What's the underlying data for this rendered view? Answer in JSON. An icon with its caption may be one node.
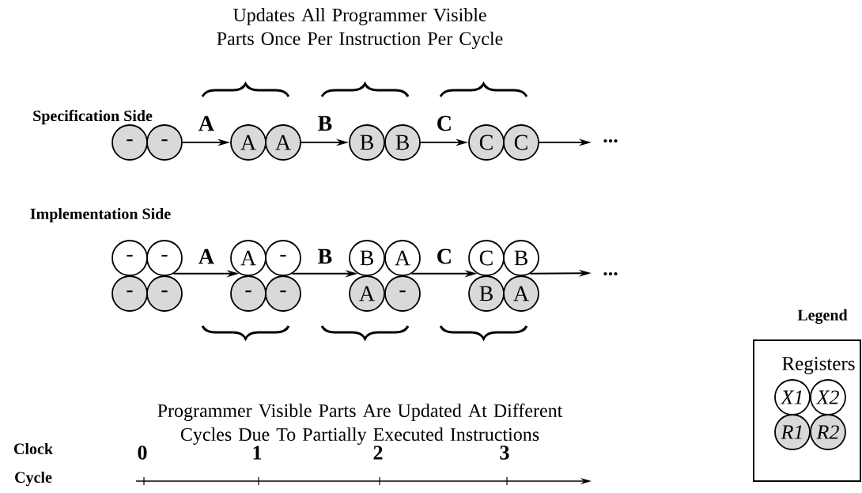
{
  "diagram": {
    "nodes": [
      {
        "text": [
          "-"
        ]
      },
      {
        "text": [
          "-"
        ]
      },
      {
        "text": [
          "A"
        ]
      },
      {
        "text": [
          "A"
        ]
      },
      {
        "text": [
          "B"
        ]
      },
      {
        "text": [
          "B"
        ]
      },
      {
        "text": [
          "C"
        ]
      },
      {
        "text": [
          "C"
        ]
      },
      {
        "text": [
          "-"
        ]
      },
      {
        "text": [
          "-"
        ]
      },
      {
        "text": [
          "-"
        ]
      },
      {
        "text": [
          "-"
        ]
      },
      {
        "text": [
          "A"
        ]
      },
      {
        "text": [
          "-"
        ]
      },
      {
        "text": [
          "-"
        ]
      },
      {
        "text": [
          "-"
        ]
      },
      {
        "text": [
          "B"
        ]
      },
      {
        "text": [
          "A"
        ]
      },
      {
        "text": [
          "A"
        ]
      },
      {
        "text": [
          "-"
        ]
      },
      {
        "text": [
          "C"
        ]
      },
      {
        "text": [
          "B"
        ]
      },
      {
        "text": [
          "B"
        ]
      },
      {
        "text": [
          "A"
        ]
      },
      {
        "text": [
          "Legend",
          "Registers"
        ]
      },
      {
        "text": [
          "X1"
        ],
        "in": 24
      },
      {
        "text": [
          "X2"
        ],
        "in": 24
      },
      {
        "text": [
          "R1"
        ],
        "in": 24
      },
      {
        "text": [
          "R2"
        ],
        "in": 24
      }
    ],
    "edges": [
      {
        "from": 1,
        "to": 2,
        "arrow": "to",
        "label": "A"
      },
      {
        "from": 3,
        "to": 4,
        "arrow": "to",
        "label": "B"
      },
      {
        "from": 5,
        "to": 6,
        "arrow": "to",
        "label": "C"
      },
      {
        "from": 7,
        "to": null,
        "arrow": "to"
      },
      {
        "from": 9,
        "to": 12,
        "arrow": "to",
        "label": "A"
      },
      {
        "from": 13,
        "to": 16,
        "arrow": "to",
        "label": "B"
      },
      {
        "from": 17,
        "to": 20,
        "arrow": "to",
        "label": "C"
      },
      {
        "from": 21,
        "to": null,
        "arrow": "to"
      }
    ],
    "labels": [
      "Updates All Programmer Visible Parts Once Per Instruction Per Cycle",
      "Specification Side",
      "...",
      "Implementation Side",
      "...",
      "Programmer Visible Parts Are Updated At Different Cycles Due To Partially Executed Instructions",
      "Clock Cycle",
      "0",
      "1",
      "2",
      "3"
    ]
  }
}
